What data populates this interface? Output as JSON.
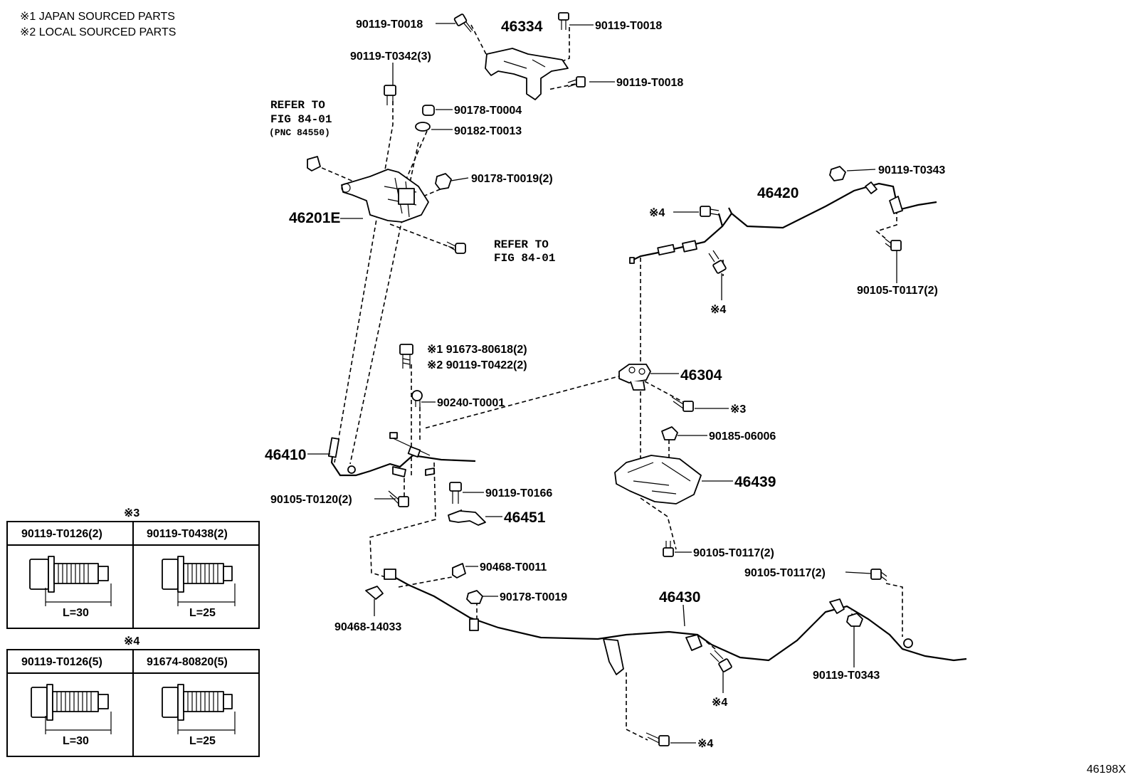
{
  "notes": [
    "※1 JAPAN SOURCED PARTS",
    "※2 LOCAL SOURCED PARTS"
  ],
  "refs": {
    "refer_to": "REFER TO",
    "fig_84_01": "FIG 84-01",
    "pnc": "(PNC 84550)"
  },
  "labels": {
    "p90119_T0018_a": "90119-T0018",
    "p46334": "46334",
    "p90119_T0018_b": "90119-T0018",
    "p90119_T0018_c": "90119-T0018",
    "p90119_T0342": "90119-T0342(3)",
    "p90178_T0004": "90178-T0004",
    "p90182_T0013": "90182-T0013",
    "p90178_T0019_2": "90178-T0019(2)",
    "p46201E": "46201E",
    "p90119_T0343_a": "90119-T0343",
    "p46420": "46420",
    "x4_a": "※4",
    "x4_b": "※4",
    "p90105_T0117_a": "90105-T0117(2)",
    "p91673_80618": "※1 91673-80618(2)",
    "p90119_T0422": "※2 90119-T0422(2)",
    "p46304": "46304",
    "p90240_T0001": "90240-T0001",
    "x3": "※3",
    "p90185_06006": "90185-06006",
    "p46410": "46410",
    "p46439": "46439",
    "p90119_T0166": "90119-T0166",
    "p90105_T0120": "90105-T0120(2)",
    "p46451": "46451",
    "p90105_T0117_b": "90105-T0117(2)",
    "p90105_T0117_c": "90105-T0117(2)",
    "p90468_T0011": "90468-T0011",
    "p46430": "46430",
    "p90178_T0019": "90178-T0019",
    "p90468_14033": "90468-14033",
    "p90119_T0343_b": "90119-T0343",
    "x4_c": "※4",
    "x4_d": "※4"
  },
  "legend_tables": [
    {
      "title": "※3",
      "cells": [
        {
          "part": "90119-T0126(2)",
          "length": "L=30"
        },
        {
          "part": "90119-T0438(2)",
          "length": "L=25"
        }
      ]
    },
    {
      "title": "※4",
      "cells": [
        {
          "part": "90119-T0126(5)",
          "length": "L=30"
        },
        {
          "part": "91674-80820(5)",
          "length": "L=25"
        }
      ]
    }
  ],
  "figure_code": "46198X"
}
